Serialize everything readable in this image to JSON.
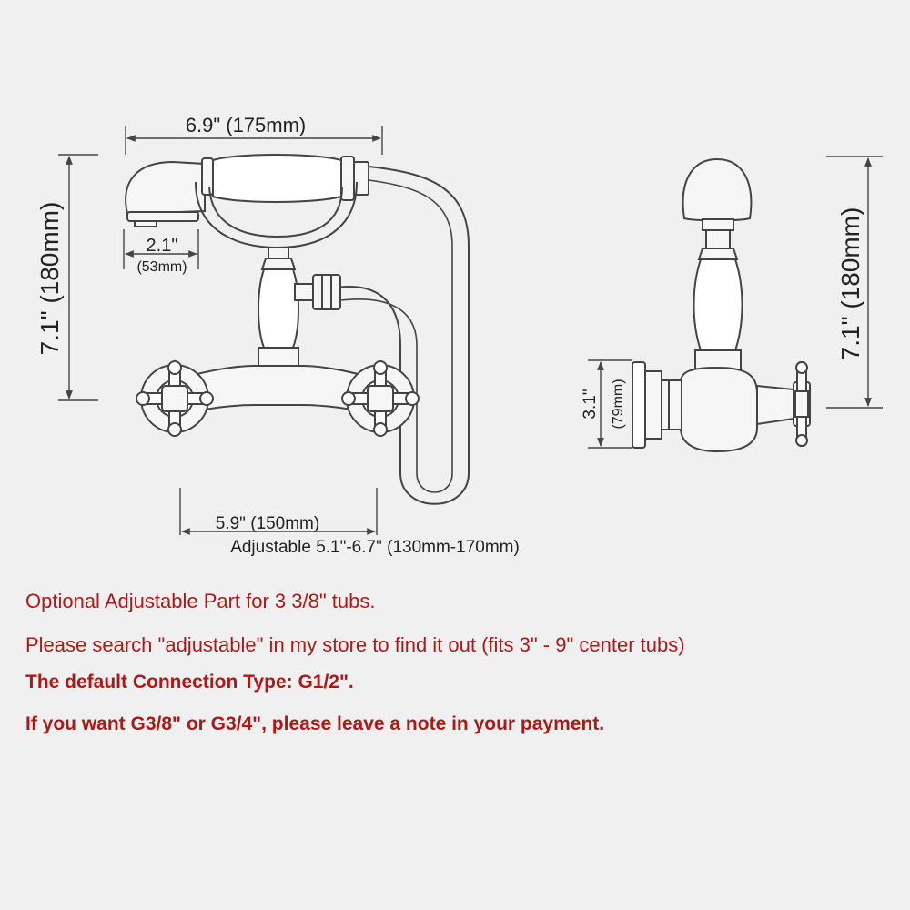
{
  "dimensions": {
    "front_width": "6.9\" (175mm)",
    "front_height": "7.1\" (180mm)",
    "head_width_in": "2.1\"",
    "head_width_mm": "(53mm)",
    "center_spacing": "5.9\" (150mm)",
    "adjustable_range": "Adjustable 5.1\"-6.7\" (130mm-170mm)",
    "side_height": "7.1\" (180mm)",
    "side_depth_in": "3.1\"",
    "side_depth_mm": "(79mm)"
  },
  "notes": [
    "Optional Adjustable Part for 3 3/8\" tubs.",
    "Please search \"adjustable\" in my store to find it out (fits 3\" - 9\" center tubs)",
    "The default Connection Type: G1/2\".",
    "If you want G3/8\" or G3/4\", please leave a note in your payment."
  ],
  "colors": {
    "background": "#f0f0f0",
    "line": "#444444",
    "note_text": "#b01818"
  }
}
